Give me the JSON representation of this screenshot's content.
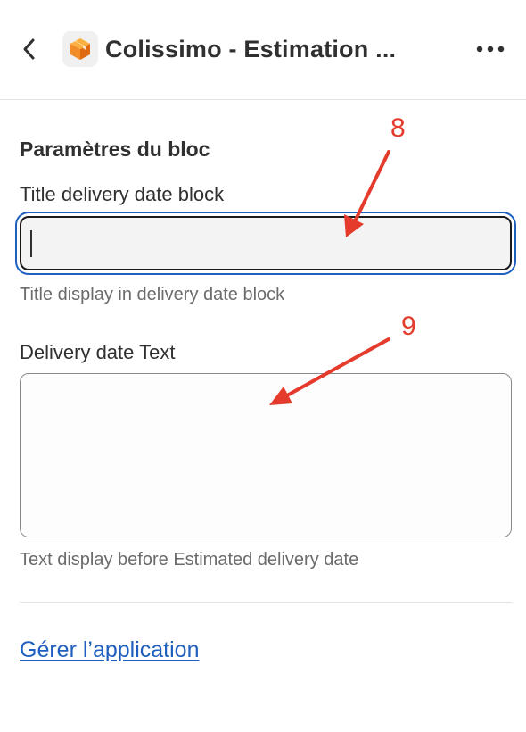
{
  "header": {
    "title": "Colissimo - Estimation ...",
    "back_icon": "chevron-left-icon",
    "app_icon": "package-box-icon",
    "more_icon": "more-horizontal-icon"
  },
  "block_settings": {
    "section_title": "Paramètres du bloc",
    "title_field": {
      "label": "Title delivery date block",
      "value": "",
      "help": "Title display in delivery date block"
    },
    "delivery_text_field": {
      "label": "Delivery date Text",
      "value": "",
      "help": "Text display before Estimated delivery date"
    }
  },
  "footer": {
    "manage_link": "Gérer l’application"
  },
  "annotations": {
    "first_number": "8",
    "second_number": "9"
  },
  "colors": {
    "accent_link": "#1f5fbf",
    "focus_ring": "#1f5fbf",
    "annotation": "#e53b2c",
    "app_icon_orange": "#f28c28"
  }
}
